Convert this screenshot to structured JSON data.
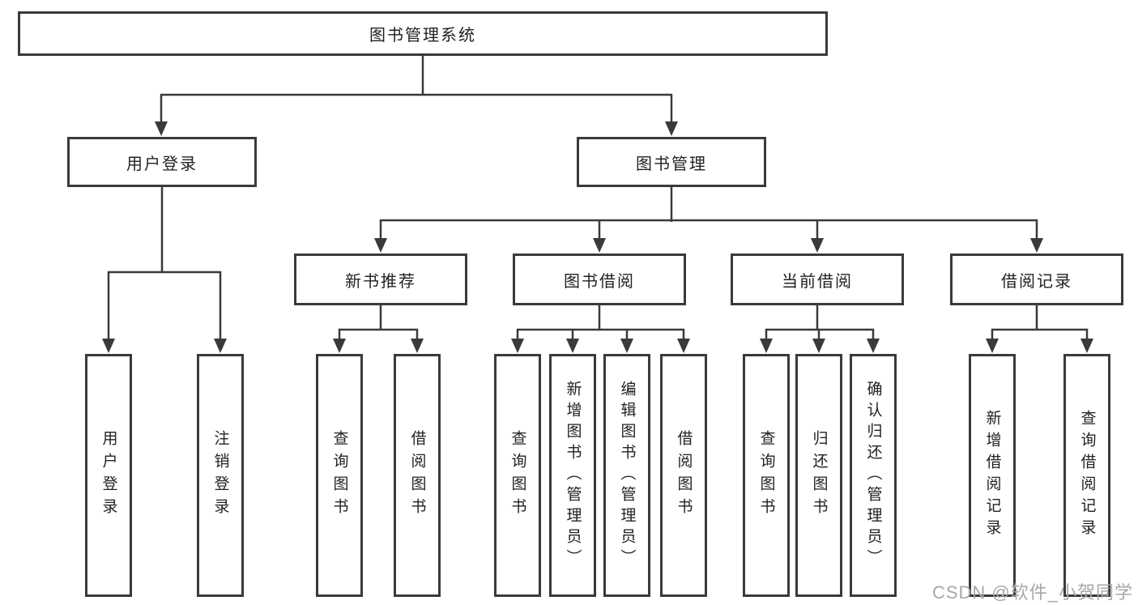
{
  "nodes": {
    "root": "图书管理系统",
    "user_login": "用户登录",
    "book_management": "图书管理",
    "new_book_recommend": "新书推荐",
    "book_borrowing": "图书借阅",
    "current_borrowing": "当前借阅",
    "borrowing_records": "借阅记录",
    "ul_user_login": "用户登录",
    "ul_logout": "注销登录",
    "nbr_query_books": "查询图书",
    "nbr_borrow_books": "借阅图书",
    "bb_query_books": "查询图书",
    "bb_add_books": "新增图书（管理员）",
    "bb_edit_books": "编辑图书（管理员）",
    "bb_borrow_books": "借阅图书",
    "cb_query_books": "查询图书",
    "cb_return_books": "归还图书",
    "cb_confirm_return": "确认归还（管理员）",
    "br_add_record": "新增借阅记录",
    "br_query_record": "查询借阅记录"
  },
  "watermark": "CSDN @软件_小贺同学",
  "colors": {
    "line": "#3a3a3a",
    "text": "#222222",
    "watermark": "#a7a7ac",
    "background": "#ffffff"
  }
}
